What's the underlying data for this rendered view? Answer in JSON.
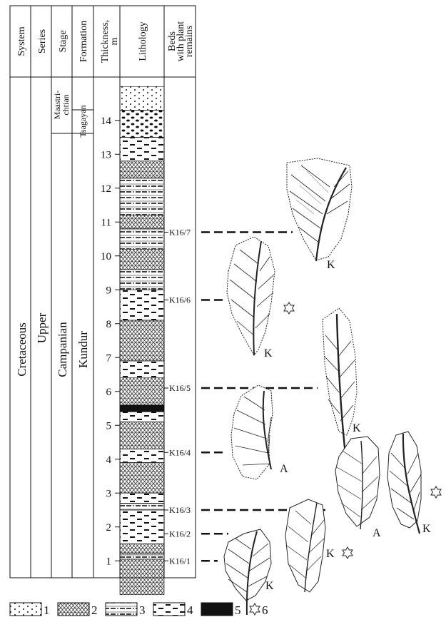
{
  "columns": {
    "system": "System",
    "series": "Series",
    "stage": "Stage",
    "formation": "Formation",
    "thickness_line1": "Thickness,",
    "thickness_line2": "m",
    "lithology": "Lithology",
    "beds_line1": "Beds",
    "beds_line2": "with plant",
    "beds_line3": "remains"
  },
  "units": {
    "system": "Cretaceous",
    "series": "Upper",
    "stage_lower": "Campanian",
    "stage_upper_line1": "Maastri-",
    "stage_upper_line2": "chtian",
    "formation_lower": "Kundur",
    "formation_upper": "Tsagayan"
  },
  "thickness_ticks": [
    "1",
    "2",
    "3",
    "4",
    "5",
    "6",
    "7",
    "8",
    "9",
    "10",
    "11",
    "12",
    "13",
    "14"
  ],
  "beds": [
    {
      "label": "K16/1",
      "level_m": 1.0
    },
    {
      "label": "K16/2",
      "level_m": 1.8
    },
    {
      "label": "K16/3",
      "level_m": 2.5
    },
    {
      "label": "K16/4",
      "level_m": 4.2
    },
    {
      "label": "K16/5",
      "level_m": 6.1
    },
    {
      "label": "K16/6",
      "level_m": 8.7
    },
    {
      "label": "K16/7",
      "level_m": 10.7
    }
  ],
  "leaf_labels": {
    "k7": "K",
    "k6": "K",
    "k5": "K",
    "a4": "A",
    "k3": "K",
    "a3": "A",
    "k2": "K",
    "k1": "K"
  },
  "legend": [
    {
      "num": "1",
      "pattern": "sandstone"
    },
    {
      "num": "2",
      "pattern": "crosshatch"
    },
    {
      "num": "3",
      "pattern": "dash-dot"
    },
    {
      "num": "4",
      "pattern": "dashes"
    },
    {
      "num": "5",
      "pattern": "coal"
    },
    {
      "num": "6",
      "pattern": "star"
    }
  ]
}
